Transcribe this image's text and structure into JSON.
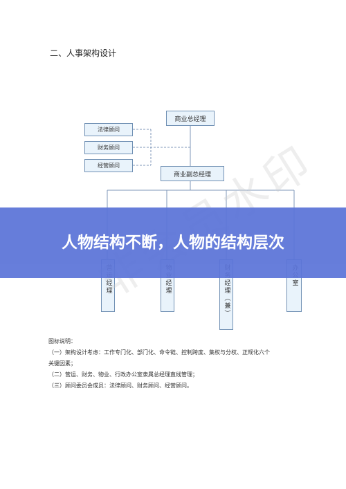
{
  "doc": {
    "heading": "二、人事架构设计",
    "watermark": "非会员水印"
  },
  "org": {
    "top": "商业总经理",
    "deputy": "商业副总经理",
    "advisors": [
      "法律顾问",
      "财务顾问",
      "经营顾问"
    ],
    "departments": [
      "营运经理",
      "物业经理",
      "财务经理（兼）",
      "办公室"
    ]
  },
  "banner": {
    "title": "人物结构不断，人物的结构层次"
  },
  "notes": {
    "title": "图标说明：",
    "lines": [
      "（一）架构设计考虑：工作专门化、部门化、命令链、控制跨度、集权与分权、正规化六个",
      "关键因素；",
      "（二）营运、财务、物业、行政办公室隶属总经理直线管理；",
      "（三）顾问委员会成员：法律顾问、财务顾问、经营顾问。"
    ]
  },
  "colors": {
    "box_fill": "#e9f3fb",
    "box_border": "#6f8fb3",
    "banner": "#5b74d8"
  }
}
